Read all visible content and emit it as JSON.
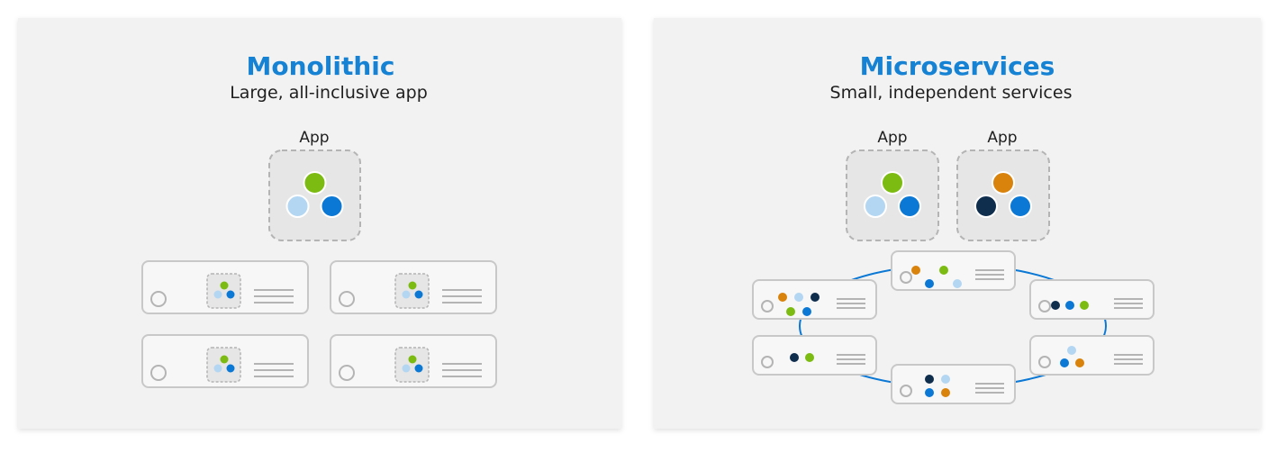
{
  "colors": {
    "accent": "#0a78d4",
    "title_blue": "#1682d4",
    "panel_bg": "#f2f2f2",
    "green": "#7cbb12",
    "light_blue": "#b3d6f2",
    "blue": "#0a78d4",
    "orange": "#d9820c",
    "navy": "#0f2d4d",
    "server_border": "#c8c8c8",
    "app_box_bg": "#e6e6e6"
  },
  "monolithic": {
    "title": "Monolithic",
    "subtitle": "Large, all-inclusive app",
    "app_label": "App",
    "app_dots": [
      "green",
      "light_blue",
      "blue"
    ],
    "server_count": 4
  },
  "microservices": {
    "title": "Microservices",
    "subtitle": "Small, independent services",
    "apps": [
      {
        "label": "App",
        "dots": [
          "green",
          "light_blue",
          "blue"
        ]
      },
      {
        "label": "App",
        "dots": [
          "orange",
          "navy",
          "blue"
        ]
      }
    ],
    "servers": [
      {
        "dots": [
          "orange",
          "light_blue",
          "navy",
          "green",
          "blue"
        ]
      },
      {
        "dots": [
          "orange",
          "green",
          "blue",
          "light_blue"
        ]
      },
      {
        "dots": [
          "navy",
          "blue",
          "green"
        ]
      },
      {
        "dots": [
          "navy",
          "green"
        ]
      },
      {
        "dots": [
          "navy",
          "light_blue",
          "blue",
          "orange"
        ]
      },
      {
        "dots": [
          "light_blue",
          "blue",
          "orange"
        ]
      }
    ]
  }
}
